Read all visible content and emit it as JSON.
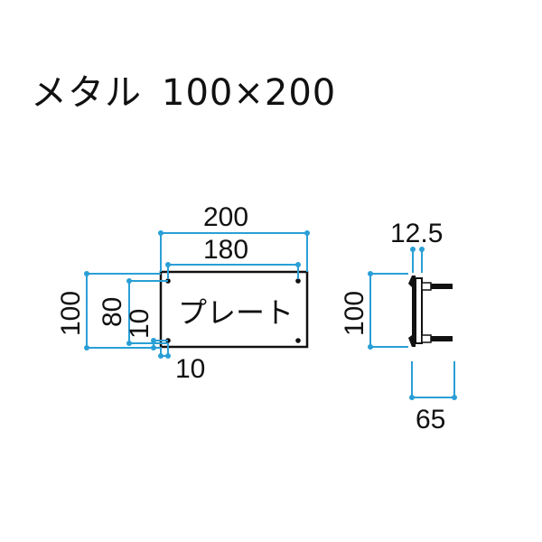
{
  "title": {
    "material": "メタル",
    "size": "100×200"
  },
  "front_view": {
    "plate_label": "プレート",
    "dimensions": {
      "overall_width": "200",
      "hole_pitch_width": "180",
      "overall_height": "100",
      "hole_pitch_height": "80",
      "hole_offset_vertical": "10",
      "hole_offset_horizontal": "10"
    }
  },
  "side_view": {
    "dimensions": {
      "height": "100",
      "plate_thickness": "12.5",
      "standoff_depth": "65"
    }
  },
  "colors": {
    "dimension_line": "#2a9fd6",
    "outline": "#111111",
    "background": "#ffffff"
  }
}
